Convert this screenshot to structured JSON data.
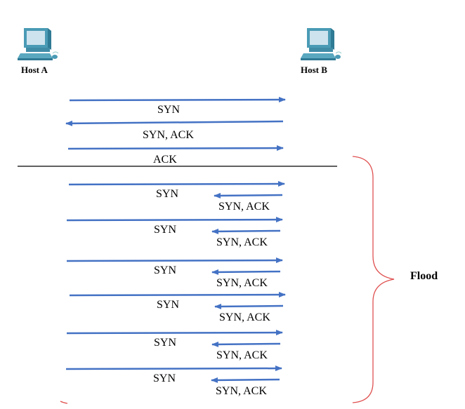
{
  "colors": {
    "arrow": "#4472c4",
    "divider": "#000000",
    "brace": "#e05050",
    "monitor_frame": "#4a9bb5",
    "monitor_screen": "#cde3ee",
    "monitor_dark": "#2f7a94"
  },
  "hosts": [
    {
      "id": "host-a",
      "label": "Host A",
      "icon": "desktop-computer-icon"
    },
    {
      "id": "host-b",
      "label": "Host B",
      "icon": "desktop-computer-icon"
    }
  ],
  "handshake": [
    {
      "label": "SYN",
      "direction": "A-to-B"
    },
    {
      "label": "SYN, ACK",
      "direction": "B-to-A"
    },
    {
      "label": "ACK",
      "direction": "A-to-B"
    }
  ],
  "flood": {
    "label": "Flood",
    "pairs": [
      {
        "request": "SYN",
        "reply": "SYN, ACK"
      },
      {
        "request": "SYN",
        "reply": "SYN, ACK"
      },
      {
        "request": "SYN",
        "reply": "SYN, ACK"
      },
      {
        "request": "SYN",
        "reply": "SYN, ACK"
      },
      {
        "request": "SYN",
        "reply": "SYN, ACK"
      },
      {
        "request": "SYN",
        "reply": "SYN, ACK"
      }
    ]
  }
}
